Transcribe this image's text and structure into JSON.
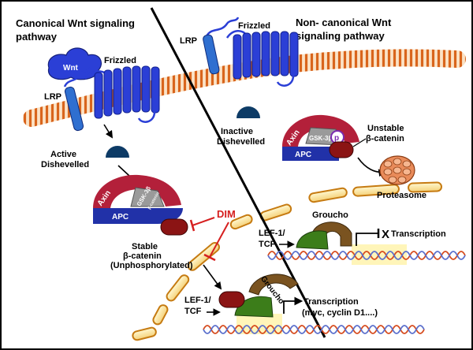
{
  "headings": {
    "canonical_line1": "Canonical Wnt signaling",
    "canonical_line2": "pathway",
    "noncanonical_line1": "Non- canonical Wnt",
    "noncanonical_line2": "signaling pathway"
  },
  "canonical": {
    "wnt": "Wnt",
    "frizzled": "Frizzled",
    "lrp": "LRP",
    "active_dishevelled_line1": "Active",
    "active_dishevelled_line2": "Dishevelled",
    "axin": "Axin",
    "gsk": "GSK-3β",
    "gsk_sub": "β-catenin",
    "apc": "APC",
    "dim": "DIM",
    "stable_line1": "Stable",
    "stable_line2": "β-catenin",
    "stable_line3": "(Unphosphorylated)",
    "lef1_line1": "LEF-1/",
    "lef1_line2": "TCF",
    "groucho": "Groucho",
    "transcription_line1": "Transcription",
    "transcription_line2": "(myc, cyclin D1....)"
  },
  "noncanonical": {
    "lrp": "LRP",
    "frizzled": "Frizzled",
    "inactive_line1": "Inactive",
    "inactive_line2": "Dishevelled",
    "axin": "Axin",
    "gsk": "GSK-3β",
    "phospho": "p",
    "apc": "APC",
    "unstable_line1": "Unstable",
    "unstable_line2": "β-catenin",
    "proteasome": "Proteasome",
    "groucho": "Groucho",
    "lef1_line1": "LEF-1/",
    "lef1_line2": "TCF",
    "transcription": "Transcription",
    "block_mark": "X"
  },
  "colors": {
    "receptor_blue": "#2b3fd6",
    "dishevelled_navy": "#0d3b66",
    "axin_red": "#b3203a",
    "apc_blue": "#2131a8",
    "gsk_gray": "#9a9a9a",
    "catenin_darkred": "#8b1414",
    "tcf_green": "#3c7d1a",
    "groucho_brown": "#7a5320",
    "membrane_orange": "#d9651c",
    "dim_red": "#d61f1f",
    "proteasome_orange": "#e98b5a"
  }
}
